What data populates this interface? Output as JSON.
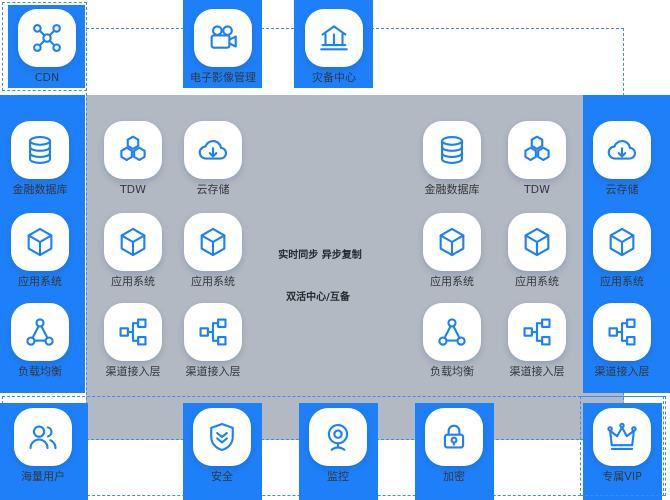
{
  "colors": {
    "accent_blue": "#1e80f8",
    "panel_gray": "#b2b9c3",
    "label_text": "#33373d",
    "dashed_border": "#3b8cf8"
  },
  "top": {
    "cdn": {
      "label": "CDN",
      "icon": "network-nodes"
    },
    "imaging": {
      "label": "电子影像管理",
      "icon": "video-camera"
    },
    "disaster_recovery": {
      "label": "灾备中心",
      "icon": "bank-building"
    }
  },
  "center_annotations": {
    "sync": "实时同步 异步复制",
    "mode": "双活中心/互备"
  },
  "groups": {
    "left": [
      {
        "label": "金融数据库",
        "icon": "database"
      },
      {
        "label": "TDW",
        "icon": "hexagons"
      },
      {
        "label": "云存储",
        "icon": "cloud-download"
      },
      {
        "label": "应用系统",
        "icon": "cube"
      },
      {
        "label": "应用系统",
        "icon": "cube"
      },
      {
        "label": "应用系统",
        "icon": "cube"
      },
      {
        "label": "负载均衡",
        "icon": "load-balancer"
      },
      {
        "label": "渠道接入层",
        "icon": "flowchart"
      },
      {
        "label": "渠道接入层",
        "icon": "flowchart"
      }
    ],
    "right": [
      {
        "label": "金融数据库",
        "icon": "database"
      },
      {
        "label": "TDW",
        "icon": "hexagons"
      },
      {
        "label": "云存储",
        "icon": "cloud-download"
      },
      {
        "label": "应用系统",
        "icon": "cube"
      },
      {
        "label": "应用系统",
        "icon": "cube"
      },
      {
        "label": "应用系统",
        "icon": "cube"
      },
      {
        "label": "负载均衡",
        "icon": "load-balancer"
      },
      {
        "label": "渠道接入层",
        "icon": "flowchart"
      },
      {
        "label": "渠道接入层",
        "icon": "flowchart"
      }
    ]
  },
  "bottom": {
    "users": {
      "label": "海量用户",
      "icon": "users"
    },
    "security": {
      "label": "安全",
      "icon": "shield"
    },
    "monitoring": {
      "label": "监控",
      "icon": "webcam"
    },
    "encryption": {
      "label": "加密",
      "icon": "lock"
    },
    "vip": {
      "label": "专属VIP",
      "icon": "crown"
    }
  }
}
